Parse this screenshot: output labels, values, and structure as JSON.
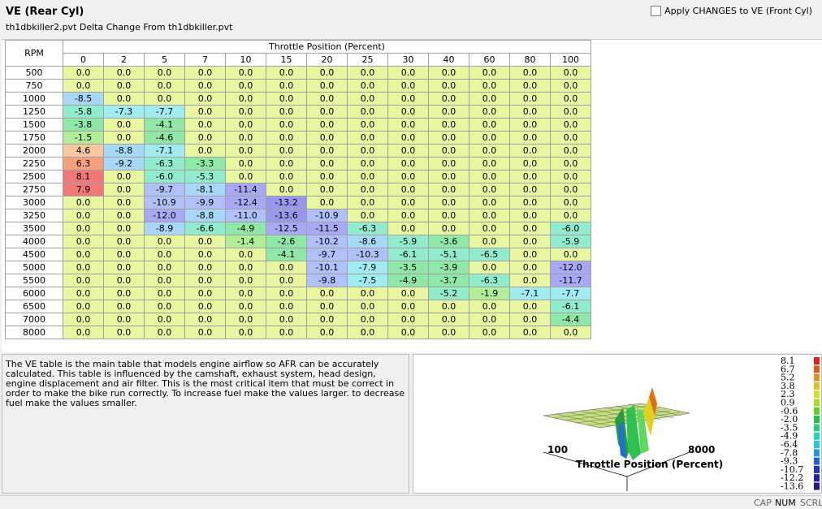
{
  "header": {
    "title": "VE (Rear Cyl)",
    "subtitle": "th1dbkiller2.pvt Delta Change From th1dbkiller.pvt",
    "apply_label": "Apply CHANGES to VE (Front Cyl)"
  },
  "table": {
    "rpm_label": "RPM",
    "tp_label": "Throttle Position (Percent)",
    "columns": [
      "0",
      "2",
      "5",
      "7",
      "10",
      "15",
      "20",
      "25",
      "30",
      "40",
      "60",
      "80",
      "100"
    ],
    "rows": [
      {
        "rpm": "500",
        "values": [
          "0.0",
          "0.0",
          "0.0",
          "0.0",
          "0.0",
          "0.0",
          "0.0",
          "0.0",
          "0.0",
          "0.0",
          "0.0",
          "0.0",
          "0.0"
        ]
      },
      {
        "rpm": "750",
        "values": [
          "0.0",
          "0.0",
          "0.0",
          "0.0",
          "0.0",
          "0.0",
          "0.0",
          "0.0",
          "0.0",
          "0.0",
          "0.0",
          "0.0",
          "0.0"
        ]
      },
      {
        "rpm": "1000",
        "values": [
          "-8.5",
          "0.0",
          "0.0",
          "0.0",
          "0.0",
          "0.0",
          "0.0",
          "0.0",
          "0.0",
          "0.0",
          "0.0",
          "0.0",
          "0.0"
        ]
      },
      {
        "rpm": "1250",
        "values": [
          "-5.8",
          "-7.3",
          "-7.7",
          "0.0",
          "0.0",
          "0.0",
          "0.0",
          "0.0",
          "0.0",
          "0.0",
          "0.0",
          "0.0",
          "0.0"
        ]
      },
      {
        "rpm": "1500",
        "values": [
          "-3.8",
          "0.0",
          "-4.1",
          "0.0",
          "0.0",
          "0.0",
          "0.0",
          "0.0",
          "0.0",
          "0.0",
          "0.0",
          "0.0",
          "0.0"
        ]
      },
      {
        "rpm": "1750",
        "values": [
          "-1.5",
          "0.0",
          "-4.6",
          "0.0",
          "0.0",
          "0.0",
          "0.0",
          "0.0",
          "0.0",
          "0.0",
          "0.0",
          "0.0",
          "0.0"
        ]
      },
      {
        "rpm": "2000",
        "values": [
          "4.6",
          "-8.8",
          "-7.1",
          "0.0",
          "0.0",
          "0.0",
          "0.0",
          "0.0",
          "0.0",
          "0.0",
          "0.0",
          "0.0",
          "0.0"
        ]
      },
      {
        "rpm": "2250",
        "values": [
          "6.3",
          "-9.2",
          "-6.3",
          "-3.3",
          "0.0",
          "0.0",
          "0.0",
          "0.0",
          "0.0",
          "0.0",
          "0.0",
          "0.0",
          "0.0"
        ]
      },
      {
        "rpm": "2500",
        "values": [
          "8.1",
          "0.0",
          "-6.0",
          "-5.3",
          "0.0",
          "0.0",
          "0.0",
          "0.0",
          "0.0",
          "0.0",
          "0.0",
          "0.0",
          "0.0"
        ]
      },
      {
        "rpm": "2750",
        "values": [
          "7.9",
          "0.0",
          "-9.7",
          "-8.1",
          "-11.4",
          "0.0",
          "0.0",
          "0.0",
          "0.0",
          "0.0",
          "0.0",
          "0.0",
          "0.0"
        ]
      },
      {
        "rpm": "3000",
        "values": [
          "0.0",
          "0.0",
          "-10.9",
          "-9.9",
          "-12.4",
          "-13.2",
          "0.0",
          "0.0",
          "0.0",
          "0.0",
          "0.0",
          "0.0",
          "0.0"
        ]
      },
      {
        "rpm": "3250",
        "values": [
          "0.0",
          "0.0",
          "-12.0",
          "-8.8",
          "-11.0",
          "-13.6",
          "-10.9",
          "0.0",
          "0.0",
          "0.0",
          "0.0",
          "0.0",
          "0.0"
        ]
      },
      {
        "rpm": "3500",
        "values": [
          "0.0",
          "0.0",
          "-8.9",
          "-6.6",
          "-4.9",
          "-12.5",
          "-11.5",
          "-6.3",
          "0.0",
          "0.0",
          "0.0",
          "0.0",
          "-6.0"
        ]
      },
      {
        "rpm": "4000",
        "values": [
          "0.0",
          "0.0",
          "0.0",
          "0.0",
          "-1.4",
          "-2.6",
          "-10.2",
          "-8.6",
          "-5.9",
          "-3.6",
          "0.0",
          "0.0",
          "-5.9"
        ]
      },
      {
        "rpm": "4500",
        "values": [
          "0.0",
          "0.0",
          "0.0",
          "0.0",
          "0.0",
          "-4.1",
          "-9.7",
          "-10.3",
          "-6.1",
          "-5.1",
          "-6.5",
          "0.0",
          "0.0"
        ]
      },
      {
        "rpm": "5000",
        "values": [
          "0.0",
          "0.0",
          "0.0",
          "0.0",
          "0.0",
          "0.0",
          "-10.1",
          "-7.9",
          "-3.5",
          "-3.9",
          "0.0",
          "0.0",
          "-12.0"
        ]
      },
      {
        "rpm": "5500",
        "values": [
          "0.0",
          "0.0",
          "0.0",
          "0.0",
          "0.0",
          "0.0",
          "-9.8",
          "-7.5",
          "-4.9",
          "-3.7",
          "-6.3",
          "0.0",
          "-11.7"
        ]
      },
      {
        "rpm": "6000",
        "values": [
          "0.0",
          "0.0",
          "0.0",
          "0.0",
          "0.0",
          "0.0",
          "0.0",
          "0.0",
          "0.0",
          "-5.2",
          "-1.9",
          "-7.1",
          "-7.7"
        ]
      },
      {
        "rpm": "6500",
        "values": [
          "0.0",
          "0.0",
          "0.0",
          "0.0",
          "0.0",
          "0.0",
          "0.0",
          "0.0",
          "0.0",
          "0.0",
          "0.0",
          "0.0",
          "-6.1"
        ]
      },
      {
        "rpm": "7000",
        "values": [
          "0.0",
          "0.0",
          "0.0",
          "0.0",
          "0.0",
          "0.0",
          "0.0",
          "0.0",
          "0.0",
          "0.0",
          "0.0",
          "0.0",
          "-4.4"
        ]
      },
      {
        "rpm": "8000",
        "values": [
          "0.0",
          "0.0",
          "0.0",
          "0.0",
          "0.0",
          "0.0",
          "0.0",
          "0.0",
          "0.0",
          "0.0",
          "0.0",
          "0.0",
          "0.0"
        ]
      }
    ]
  },
  "description": "The VE table is the main table that models engine airflow so AFR can be accurately calculated.  This table is influenced by the camshaft, exhaust system, head design, engine displacement and air filter. This is the most critical item that must be correct in order to make the bike run correctly. To increase fuel make the values larger. to decrease fuel make the values smaller.",
  "graph": {
    "label_tp_max": "100",
    "label_rpm_max": "8000",
    "axis_title": "Throttle Position (Percent)",
    "scale_labels": [
      "8.1",
      "6.7",
      "5.2",
      "3.8",
      "2.3",
      "0.9",
      "-0.6",
      "-2.0",
      "-3.5",
      "-4.9",
      "-6.4",
      "-7.8",
      "-9.3",
      "-10.7",
      "-12.2",
      "-13.6"
    ],
    "scale_colors": [
      "#e02020",
      "#e05a20",
      "#e08f20",
      "#e0c020",
      "#d4e020",
      "#a8e020",
      "#5ed020",
      "#20c040",
      "#20d080",
      "#20d8b8",
      "#20c8e0",
      "#2098e0",
      "#2060e0",
      "#2030d0",
      "#2020b0",
      "#1a1a90"
    ]
  },
  "statusbar": {
    "cap": "CAP",
    "num": "NUM",
    "scrl": "SCRL"
  }
}
